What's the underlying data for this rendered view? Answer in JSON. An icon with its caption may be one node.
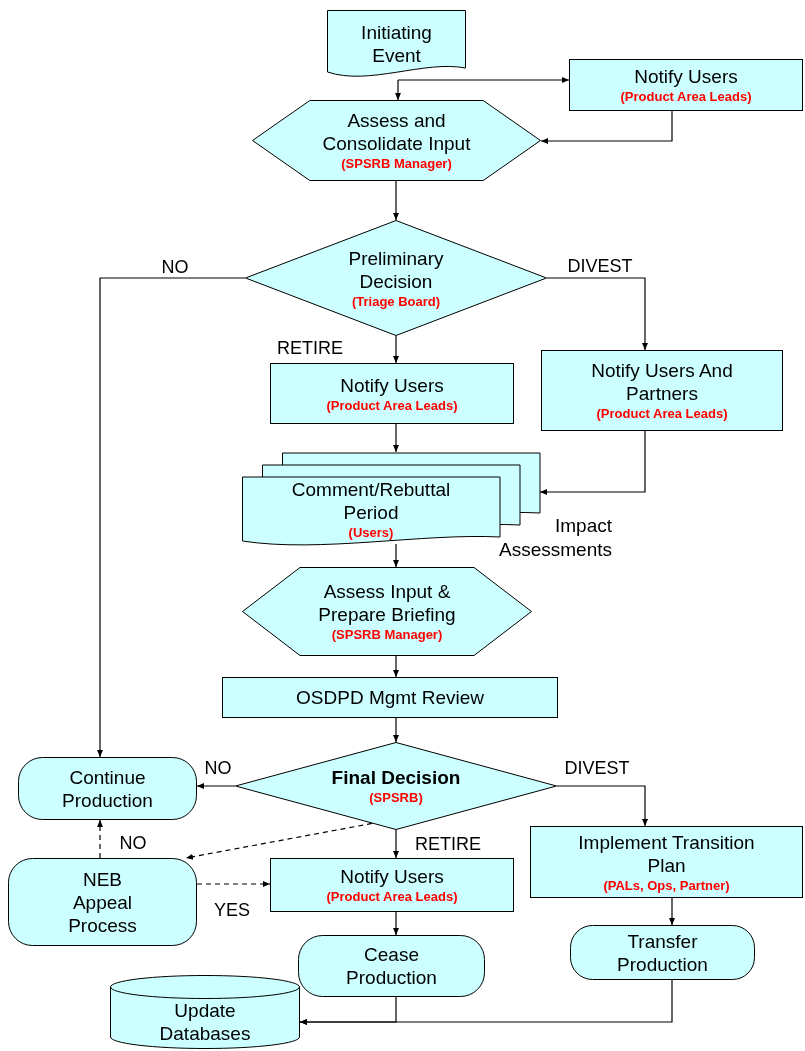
{
  "diagram": {
    "nodes": [
      {
        "text": [
          "Initiating Event"
        ]
      },
      {
        "text": [
          "Notify Users",
          "(Product Area Leads)"
        ]
      },
      {
        "text": [
          "Assess and Consolidate  Input",
          "(SPSRB Manager)"
        ]
      },
      {
        "text": [
          "Preliminary Decision",
          "(Triage Board)"
        ]
      },
      {
        "text": [
          "Notify Users",
          "(Product Area Leads)"
        ]
      },
      {
        "text": [
          "Notify Users And Partners",
          "(Product Area Leads)"
        ]
      },
      {
        "text": [
          "Comment/Rebuttal Period",
          "(Users)"
        ],
        "beside": [
          "Impact Assessments"
        ]
      },
      {
        "text": [
          "Assess Input & Prepare Briefing",
          "(SPSRB Manager)"
        ]
      },
      {
        "text": [
          "OSDPD Mgmt Review"
        ]
      },
      {
        "text": [
          "Final Decision",
          "(SPSRB)"
        ]
      },
      {
        "text": [
          "Continue Production"
        ]
      },
      {
        "text": [
          "NEB Appeal Process"
        ]
      },
      {
        "text": [
          "Notify Users",
          "(Product Area Leads)"
        ]
      },
      {
        "text": [
          "Implement Transition Plan",
          "(PALs, Ops, Partner)"
        ]
      },
      {
        "text": [
          "Cease Production"
        ]
      },
      {
        "text": [
          "Transfer Production"
        ]
      },
      {
        "text": [
          "Update Databases"
        ]
      }
    ],
    "edges": [
      {
        "from": 0,
        "to": 2,
        "arrow": "to"
      },
      {
        "from": 0,
        "to": 1,
        "arrow": "to"
      },
      {
        "from": 1,
        "to": 2,
        "arrow": "to"
      },
      {
        "from": 2,
        "to": 3,
        "arrow": "to"
      },
      {
        "from": 3,
        "to": 10,
        "arrow": "to",
        "label": "NO"
      },
      {
        "from": 3,
        "to": 5,
        "arrow": "to",
        "label": "DIVEST"
      },
      {
        "from": 3,
        "to": 4,
        "arrow": "to",
        "label": "RETIRE"
      },
      {
        "from": 4,
        "to": 6,
        "arrow": "to"
      },
      {
        "from": 5,
        "to": 6,
        "arrow": "to"
      },
      {
        "from": 6,
        "to": 7,
        "arrow": "to"
      },
      {
        "from": 7,
        "to": 8,
        "arrow": "to"
      },
      {
        "from": 8,
        "to": 9,
        "arrow": "to"
      },
      {
        "from": 9,
        "to": 10,
        "arrow": "to",
        "label": "NO"
      },
      {
        "from": 9,
        "to": 13,
        "arrow": "to",
        "label": "DIVEST"
      },
      {
        "from": 9,
        "to": 12,
        "arrow": "to",
        "label": "RETIRE"
      },
      {
        "from": 9,
        "to": 11,
        "arrow": "to",
        "style": "dashed"
      },
      {
        "from": 11,
        "to": 10,
        "arrow": "to",
        "label": "NO",
        "style": "dashed"
      },
      {
        "from": 11,
        "to": 12,
        "arrow": "to",
        "label": "YES",
        "style": "dashed"
      },
      {
        "from": 12,
        "to": 14,
        "arrow": "to"
      },
      {
        "from": 13,
        "to": 15,
        "arrow": "to"
      },
      {
        "from": 14,
        "to": 16,
        "arrow": "to"
      },
      {
        "from": 15,
        "to": 16,
        "arrow": "to"
      }
    ]
  }
}
